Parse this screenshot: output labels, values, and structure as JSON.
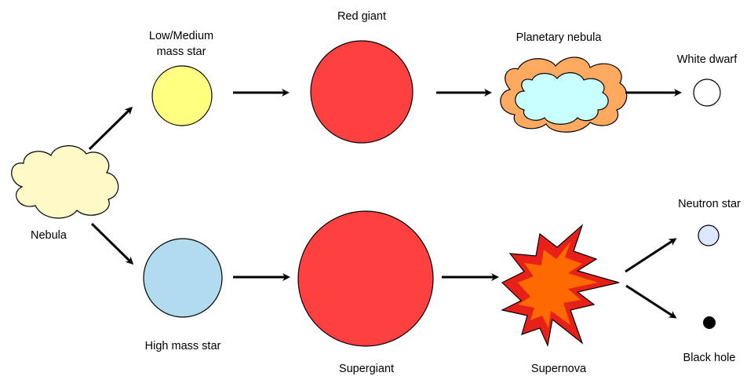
{
  "labels": {
    "nebula": "Nebula",
    "low_medium_line1": "Low/Medium",
    "low_medium_line2": "mass star",
    "high_mass": "High mass star",
    "red_giant": "Red giant",
    "supergiant": "Supergiant",
    "planetary_nebula": "Planetary nebula",
    "supernova": "Supernova",
    "white_dwarf": "White dwarf",
    "neutron_star": "Neutron star",
    "black_hole": "Black hole"
  },
  "colors": {
    "nebula_fill": "#fff9c8",
    "low_medium_fill": "#ffff80",
    "high_mass_fill": "#b1dcf0",
    "red_star_fill": "#ff4040",
    "planetary_outer_fill": "#ffaa60",
    "planetary_inner_fill": "#c8ffff",
    "supernova_outer_fill": "#e8201a",
    "supernova_inner_fill": "#ff6a00",
    "white_dwarf_fill": "#ffffff",
    "neutron_star_fill": "#dce8ff",
    "black_hole_fill": "#000000"
  }
}
